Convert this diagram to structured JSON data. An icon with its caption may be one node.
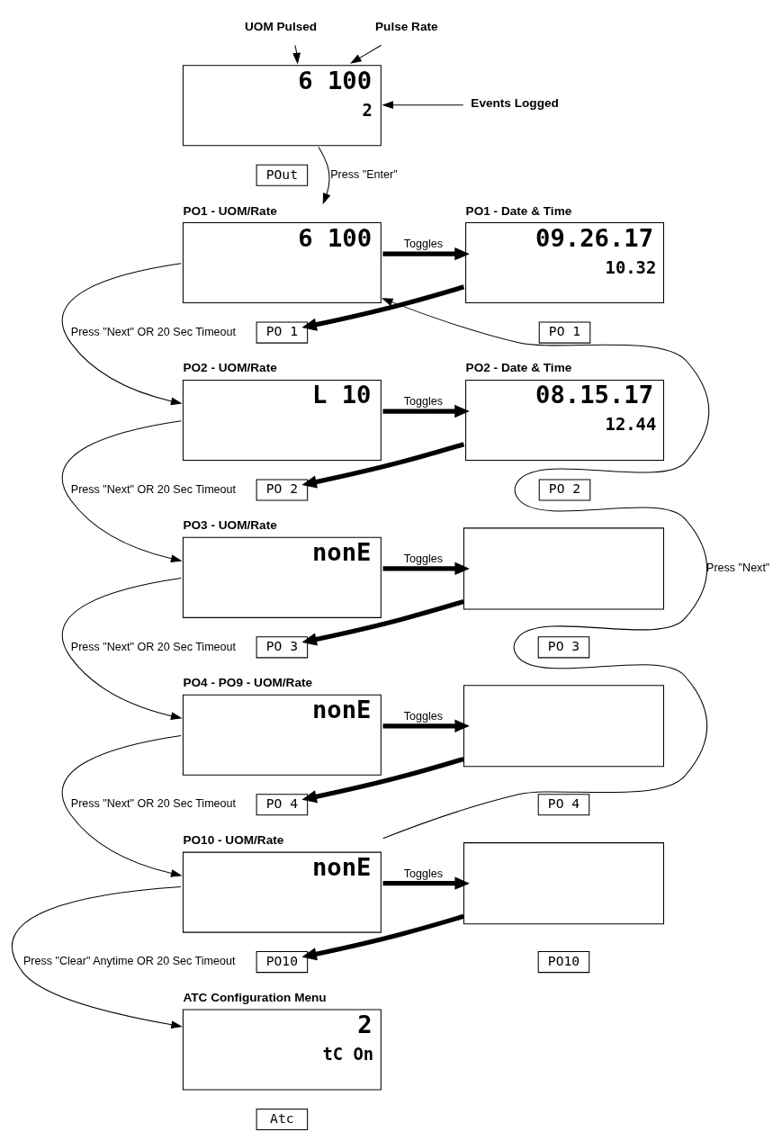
{
  "diagram": {
    "nodes": [
      {
        "text": [
          "UOM Pulsed"
        ]
      },
      {
        "text": [
          "Pulse Rate"
        ]
      },
      {
        "text": [
          "6 100",
          "2"
        ]
      },
      {
        "text": [
          "Events Logged"
        ]
      },
      {
        "text": [
          "POut"
        ]
      },
      {
        "text": [
          "PO1 - UOM/Rate",
          "6 100"
        ]
      },
      {
        "text": [
          "PO1 - Date & Time",
          "09.26.17",
          "10.32"
        ]
      },
      {
        "text": [
          "PO 1"
        ]
      },
      {
        "text": [
          "PO 1"
        ]
      },
      {
        "text": [
          "PO2 - UOM/Rate",
          "L 10"
        ]
      },
      {
        "text": [
          "PO2 - Date & Time",
          "08.15.17",
          "12.44"
        ]
      },
      {
        "text": [
          "PO 2"
        ]
      },
      {
        "text": [
          "PO 2"
        ]
      },
      {
        "text": [
          "PO3 - UOM/Rate",
          "nonE"
        ]
      },
      {
        "text": [],
        "shape": "box"
      },
      {
        "text": [
          "PO 3"
        ]
      },
      {
        "text": [
          "PO 3"
        ]
      },
      {
        "text": [
          "PO4 - PO9 - UOM/Rate",
          "nonE"
        ]
      },
      {
        "text": [],
        "shape": "box"
      },
      {
        "text": [
          "PO 4"
        ]
      },
      {
        "text": [
          "PO 4"
        ]
      },
      {
        "text": [
          "PO10 - UOM/Rate",
          "nonE"
        ]
      },
      {
        "text": [],
        "shape": "box"
      },
      {
        "text": [
          "PO10"
        ]
      },
      {
        "text": [
          "PO10"
        ]
      },
      {
        "text": [
          "ATC Configuration Menu",
          "2",
          "tC On"
        ]
      },
      {
        "text": [
          "Atc"
        ]
      }
    ],
    "edges": [
      {
        "from": 0,
        "to": 2,
        "arrow": "to"
      },
      {
        "from": 1,
        "to": 2,
        "arrow": "to"
      },
      {
        "from": 3,
        "to": 2,
        "arrow": "to"
      },
      {
        "from": 2,
        "to": 5,
        "arrow": "to",
        "label": "Press \"Enter\""
      },
      {
        "from": 5,
        "to": 6,
        "arrow": "to",
        "label": "Toggles",
        "style": "thick"
      },
      {
        "from": 6,
        "to": 7,
        "arrow": "to",
        "style": "thick"
      },
      {
        "from": 5,
        "to": 9,
        "arrow": "to",
        "label": "Press \"Next\" OR 20 Sec Timeout"
      },
      {
        "from": 9,
        "to": 10,
        "arrow": "to",
        "label": "Toggles",
        "style": "thick"
      },
      {
        "from": 10,
        "to": 11,
        "arrow": "to",
        "style": "thick"
      },
      {
        "from": 9,
        "to": 13,
        "arrow": "to",
        "label": "Press \"Next\" OR 20 Sec Timeout"
      },
      {
        "from": 13,
        "to": 14,
        "arrow": "to",
        "label": "Toggles",
        "style": "thick"
      },
      {
        "from": 14,
        "to": 15,
        "arrow": "to",
        "style": "thick"
      },
      {
        "from": 13,
        "to": 17,
        "arrow": "to",
        "label": "Press \"Next\" OR 20 Sec Timeout"
      },
      {
        "from": 17,
        "to": 18,
        "arrow": "to",
        "label": "Toggles",
        "style": "thick"
      },
      {
        "from": 18,
        "to": 19,
        "arrow": "to",
        "style": "thick"
      },
      {
        "from": 17,
        "to": 21,
        "arrow": "to",
        "label": "Press \"Next\" OR 20 Sec Timeout"
      },
      {
        "from": 21,
        "to": 22,
        "arrow": "to",
        "label": "Toggles",
        "style": "thick"
      },
      {
        "from": 22,
        "to": 23,
        "arrow": "to",
        "style": "thick"
      },
      {
        "from": 21,
        "to": 5,
        "arrow": "to",
        "label": "Press \"Next\""
      },
      {
        "from": 21,
        "to": 25,
        "arrow": "to",
        "label": "Press \"Clear\" Anytime OR 20 Sec Timeout"
      }
    ]
  }
}
